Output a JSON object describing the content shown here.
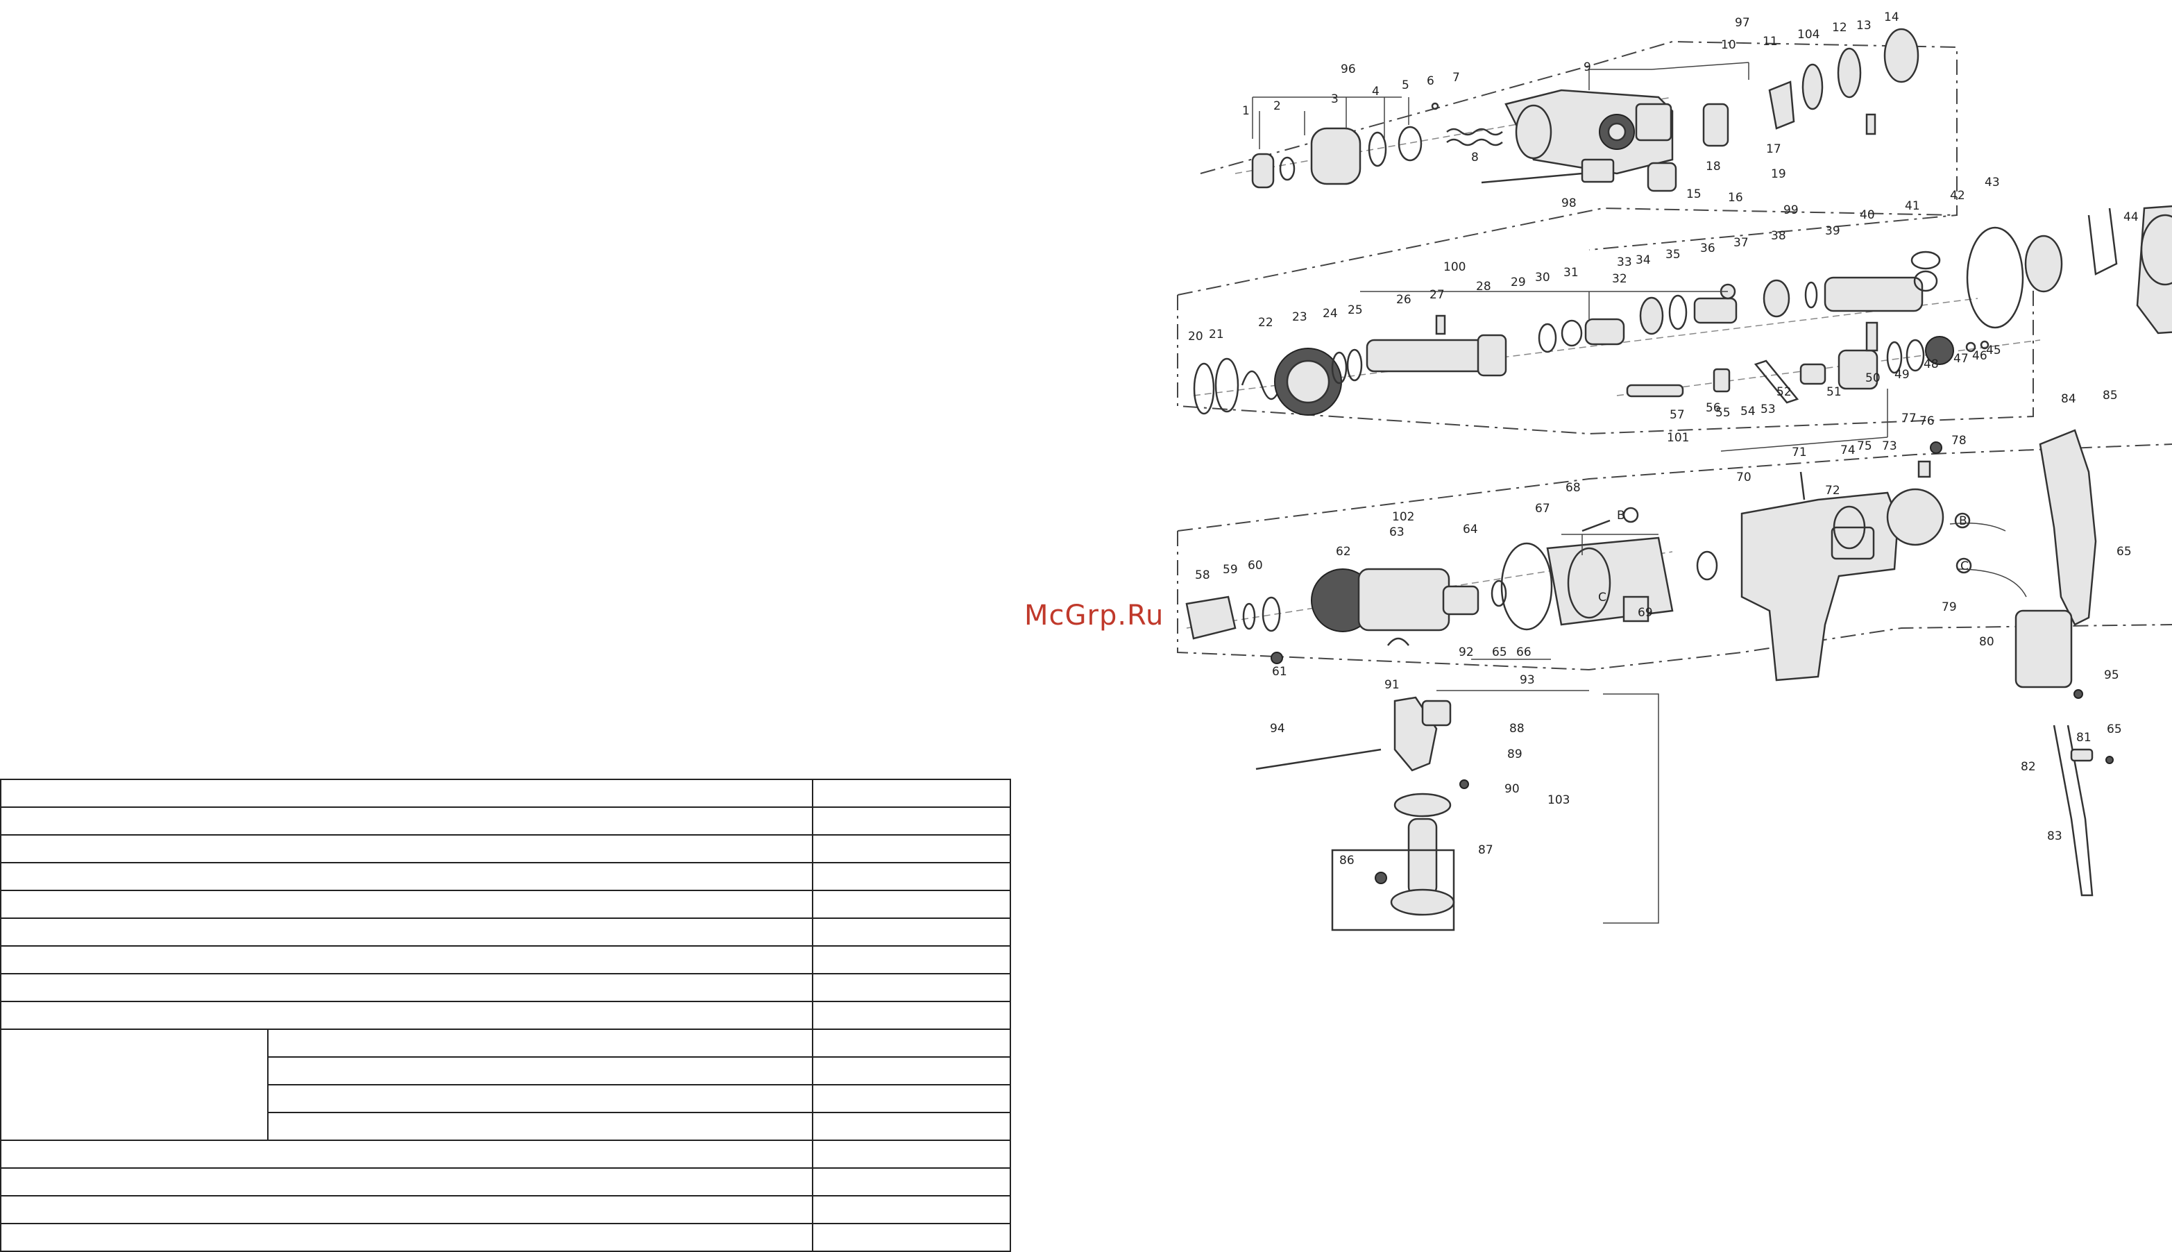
{
  "watermark": "McGrp.Ru",
  "labels": [
    "1",
    "2",
    "3",
    "4",
    "5",
    "6",
    "7",
    "8",
    "9",
    "10",
    "11",
    "12",
    "13",
    "14",
    "15",
    "16",
    "17",
    "18",
    "19",
    "20",
    "21",
    "22",
    "23",
    "24",
    "25",
    "26",
    "27",
    "28",
    "29",
    "30",
    "31",
    "32",
    "33",
    "34",
    "35",
    "36",
    "37",
    "38",
    "39",
    "40",
    "41",
    "42",
    "43",
    "44",
    "45",
    "46",
    "47",
    "48",
    "49",
    "50",
    "51",
    "52",
    "53",
    "54",
    "55",
    "56",
    "57",
    "58",
    "59",
    "60",
    "61",
    "62",
    "63",
    "64",
    "65",
    "65",
    "65",
    "66",
    "67",
    "68",
    "69",
    "70",
    "71",
    "72",
    "73",
    "74",
    "75",
    "76",
    "77",
    "78",
    "79",
    "80",
    "81",
    "82",
    "83",
    "84",
    "85",
    "86",
    "87",
    "88",
    "89",
    "90",
    "91",
    "92",
    "93",
    "94",
    "95",
    "96",
    "97",
    "98",
    "99",
    "100",
    "101",
    "102",
    "103",
    "104",
    "B",
    "B",
    "C",
    "C"
  ]
}
